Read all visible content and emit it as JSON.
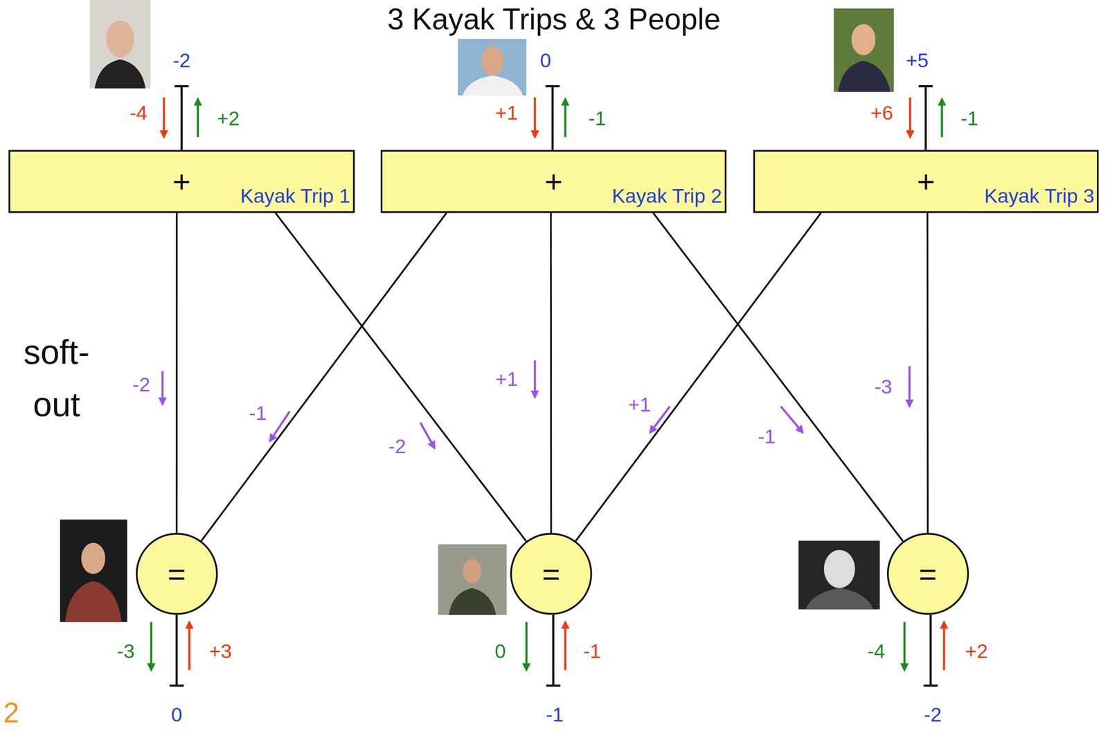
{
  "diagram": {
    "title": "3 Kayak Trips & 3 People",
    "nodes": [
      {
        "text": [
          "+",
          "Kayak Trip 1"
        ]
      },
      {
        "text": [
          "+",
          "Kayak Trip 2"
        ]
      },
      {
        "text": [
          "+",
          "Kayak Trip 3"
        ]
      },
      {
        "text": [
          "="
        ]
      },
      {
        "text": [
          "="
        ]
      },
      {
        "text": [
          "="
        ]
      }
    ],
    "edges": [
      {
        "from": 0,
        "to": 3,
        "arrow": "none",
        "label": "-2"
      },
      {
        "from": 0,
        "to": 4,
        "arrow": "none",
        "label": "-2"
      },
      {
        "from": 1,
        "to": 3,
        "arrow": "none",
        "label": "-1"
      },
      {
        "from": 1,
        "to": 4,
        "arrow": "none",
        "label": "+1"
      },
      {
        "from": 1,
        "to": 5,
        "arrow": "none",
        "label": "-1"
      },
      {
        "from": 2,
        "to": 4,
        "arrow": "none",
        "label": "+1"
      },
      {
        "from": 2,
        "to": 5,
        "arrow": "none",
        "label": "-3"
      }
    ],
    "labels": [
      "-2",
      "0",
      "+5",
      "-4",
      "+2",
      "+1",
      "-1",
      "+6",
      "-1",
      "soft- out",
      "-3",
      "+3",
      "0",
      "-1",
      "-4",
      "+2",
      "0",
      "-1",
      "-2",
      "2"
    ]
  }
}
